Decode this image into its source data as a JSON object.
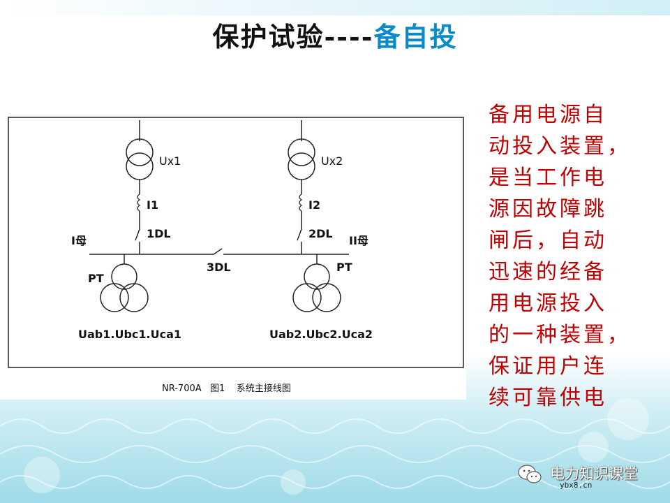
{
  "title": {
    "part1": "保护试验----",
    "part2": "备自投"
  },
  "diagram": {
    "ux1": "Ux1",
    "ux2": "Ux2",
    "i1": "I1",
    "i2": "I2",
    "dl1": "1DL",
    "dl2": "2DL",
    "dl3": "3DL",
    "bus1": "I母",
    "bus2": "II母",
    "pt_left": "PT",
    "pt_right": "PT",
    "volt_left": "Uab1.Ubc1.Uca1",
    "volt_right": "Uab2.Ubc2.Uca2",
    "caption": "NR-700A   图1    系统主接线图"
  },
  "description": [
    "备用电源自",
    "动投入装置，",
    "是当工作电",
    "源因故障跳",
    "闸后，自动",
    "迅速的经备",
    "用电源投入",
    "的一种装置，",
    "保证用户连",
    "续可靠供电"
  ],
  "watermark": {
    "text": "电力知识课堂",
    "url": "ybx8.cn"
  },
  "colors": {
    "title_accent": "#0a8ac9",
    "description": "#c00000"
  }
}
